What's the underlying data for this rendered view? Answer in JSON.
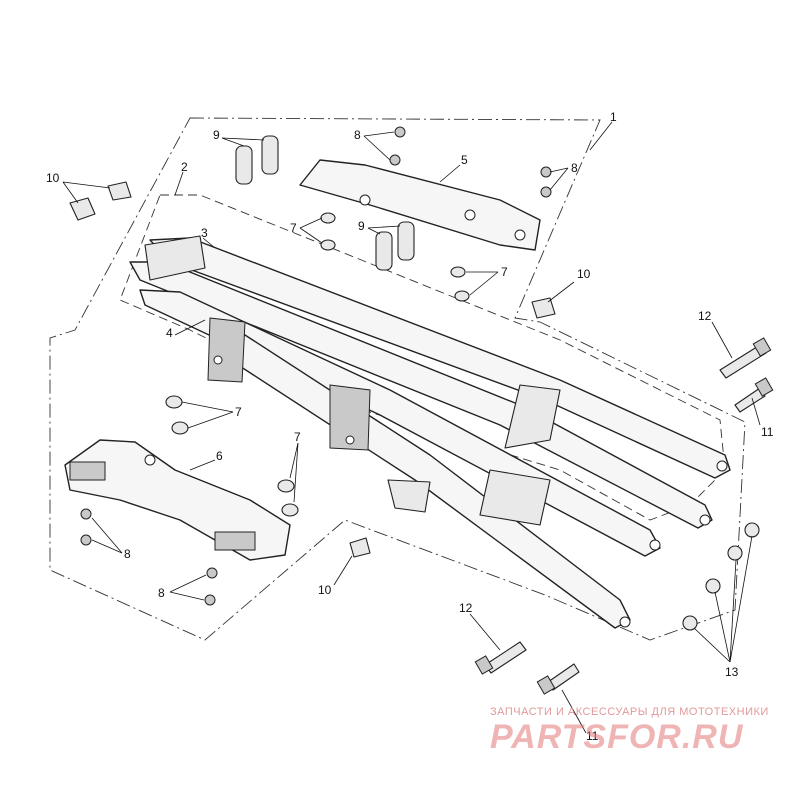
{
  "watermark": {
    "tagline": "ЗАПЧАСТИ И АКСЕССУАРЫ ДЛЯ МОТОТЕХНИКИ",
    "brand": "PARTSFOR.RU",
    "color": "#e07070"
  },
  "callouts": {
    "c1": "1",
    "c2": "2",
    "c3": "3",
    "c4": "4",
    "c5": "5",
    "c6": "6",
    "c7a": "7",
    "c7b": "7",
    "c7c": "7",
    "c7d": "7",
    "c8a": "8",
    "c8b": "8",
    "c8c": "8",
    "c8d": "8",
    "c9a": "9",
    "c9b": "9",
    "c10a": "10",
    "c10b": "10",
    "c10c": "10",
    "c11a": "11",
    "c11b": "11",
    "c12a": "12",
    "c12b": "12",
    "c13": "13"
  }
}
